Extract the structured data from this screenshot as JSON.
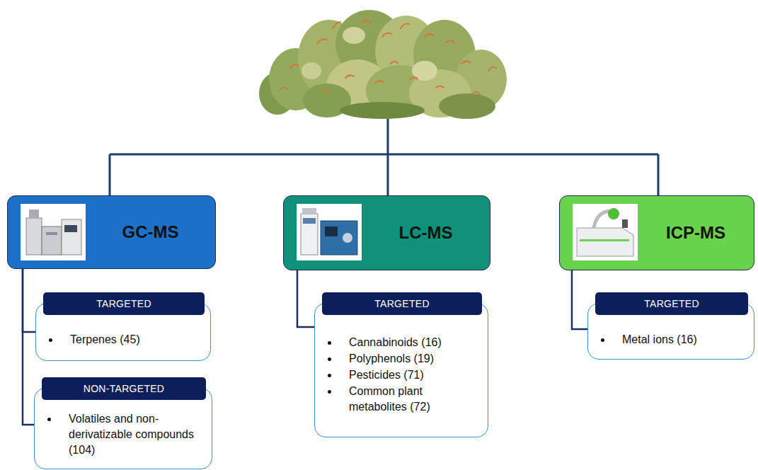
{
  "diagram": {
    "nodes": [
      {
        "text": [
          "GC-MS"
        ]
      },
      {
        "text": [
          "LC-MS"
        ]
      },
      {
        "text": [
          "ICP-MS"
        ]
      },
      {
        "text": [
          "TARGETED",
          "Terpenes (45)"
        ]
      },
      {
        "text": [
          "NON-TARGETED",
          "Volatiles and non-derivatizable compounds (104)"
        ]
      },
      {
        "text": [
          "TARGETED",
          "Cannabinoids (16)",
          "Polyphenols (19)",
          "Pesticides (71)",
          "Common plant metabolites (72)"
        ]
      },
      {
        "text": [
          "TARGETED",
          "Metal ions (16)"
        ]
      }
    ],
    "edges": [
      {
        "from": 0,
        "to": 3,
        "arrow": "none"
      },
      {
        "from": 0,
        "to": 4,
        "arrow": "none"
      },
      {
        "from": 1,
        "to": 5,
        "arrow": "none"
      },
      {
        "from": 2,
        "to": 6,
        "arrow": "none"
      }
    ]
  }
}
